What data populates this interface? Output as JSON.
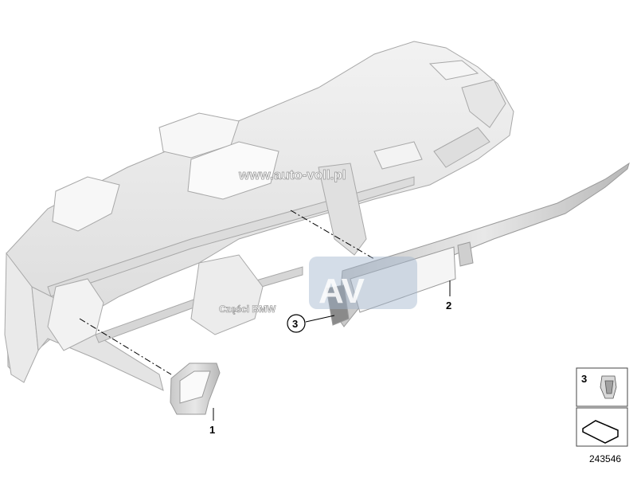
{
  "watermark": {
    "url": "www.auto-voll.pl",
    "caption": "Części BMW",
    "logo_letters": "AV"
  },
  "callouts": {
    "part_1": "1",
    "part_2": "2",
    "part_3": "3"
  },
  "legend": {
    "item_number": "3"
  },
  "reference_number": "243546"
}
